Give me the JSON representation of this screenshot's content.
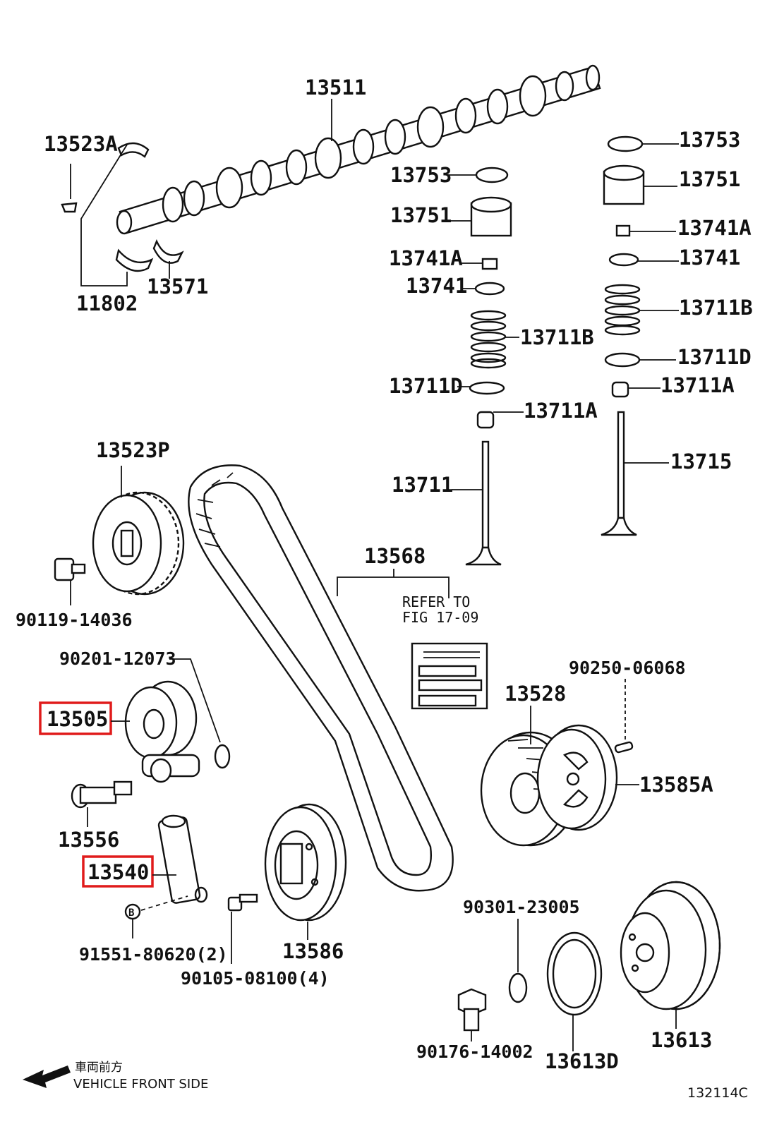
{
  "diagram_id": "132114C",
  "front_note": {
    "jp": "車両前方",
    "en": "VEHICLE FRONT SIDE"
  },
  "refer_note": {
    "line1": "REFER TO",
    "line2": "FIG 17-09"
  },
  "highlighted": [
    "13505",
    "13540"
  ],
  "labels": {
    "p13511": "13511",
    "p13523A": "13523A",
    "p11802": "11802",
    "p13571": "13571",
    "p13753a": "13753",
    "p13751a": "13751",
    "p13741Aa": "13741A",
    "p13741a": "13741",
    "p13711Ba": "13711B",
    "p13711Da": "13711D",
    "p13711Aa": "13711A",
    "p13711": "13711",
    "p13753b": "13753",
    "p13751b": "13751",
    "p13741Ab": "13741A",
    "p13741b": "13741",
    "p13711Bb": "13711B",
    "p13711Db": "13711D",
    "p13711Ab": "13711A",
    "p13715": "13715",
    "p13523P": "13523P",
    "p90119": "90119-14036",
    "p13568": "13568",
    "p90201": "90201-12073",
    "p13505": "13505",
    "p13556": "13556",
    "p13540": "13540",
    "p91551": "91551-80620(2)",
    "p90105": "90105-08100(4)",
    "p13586": "13586",
    "p90250": "90250-06068",
    "p13528": "13528",
    "p13585A": "13585A",
    "p90301": "90301-23005",
    "p90176": "90176-14002",
    "p13613D": "13613D",
    "p13613": "13613",
    "bmark": "B"
  }
}
